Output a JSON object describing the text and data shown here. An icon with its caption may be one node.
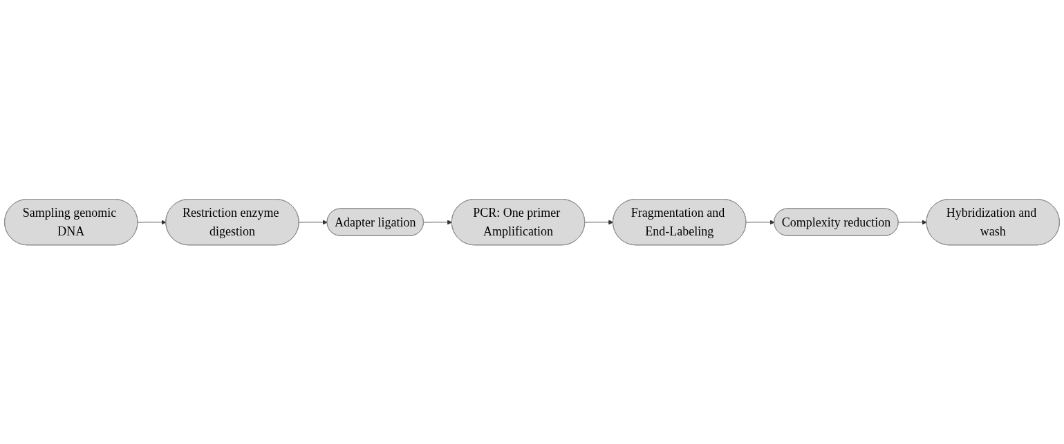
{
  "diagram": {
    "nodes": [
      {
        "text": [
          "Sampling genomic DNA"
        ]
      },
      {
        "text": [
          "Restriction enzyme digestion"
        ]
      },
      {
        "text": [
          "Adapter ligation"
        ]
      },
      {
        "text": [
          "PCR: One primer Amplification"
        ]
      },
      {
        "text": [
          "Fragmentation and End-Labeling"
        ]
      },
      {
        "text": [
          "Complexity reduction"
        ]
      },
      {
        "text": [
          "Hybridization and wash"
        ]
      }
    ],
    "edges": [
      {
        "from": 0,
        "to": 1,
        "arrow": "to"
      },
      {
        "from": 1,
        "to": 2,
        "arrow": "to"
      },
      {
        "from": 2,
        "to": 3,
        "arrow": "to"
      },
      {
        "from": 3,
        "to": 4,
        "arrow": "to"
      },
      {
        "from": 4,
        "to": 5,
        "arrow": "to"
      },
      {
        "from": 5,
        "to": 6,
        "arrow": "to"
      }
    ]
  }
}
